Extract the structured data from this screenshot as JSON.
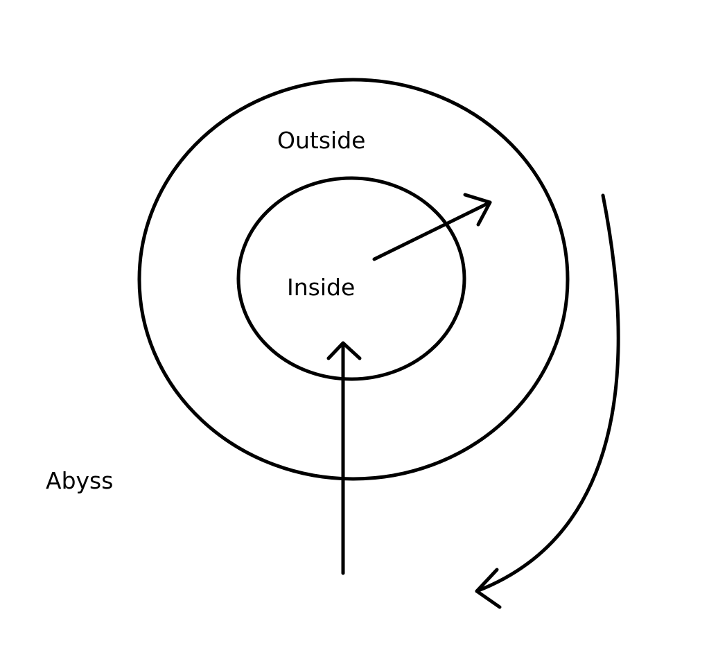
{
  "labels": {
    "outside": "Outside",
    "inside": "Inside",
    "abyss": "Abyss"
  },
  "colors": {
    "stroke": "#000000",
    "background": "#ffffff"
  }
}
